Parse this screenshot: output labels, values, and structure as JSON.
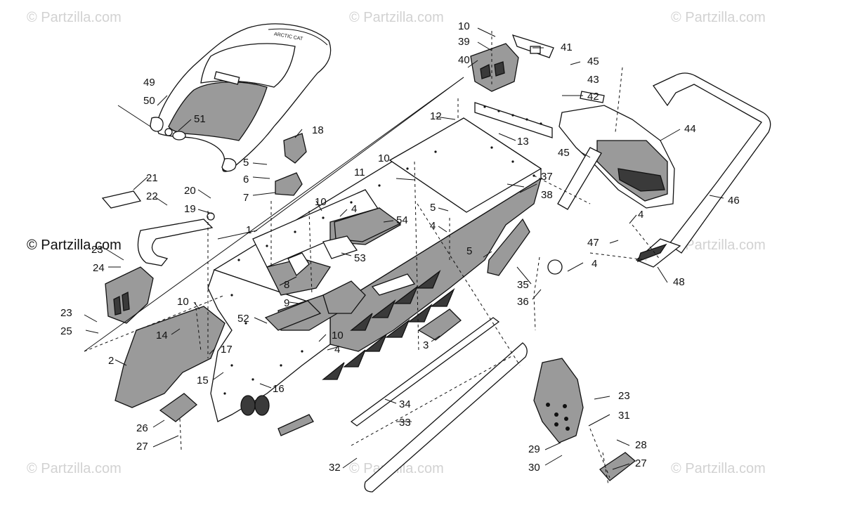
{
  "watermark": "© Partzilla.com",
  "callouts": [
    {
      "id": "c10a",
      "label": "10"
    },
    {
      "id": "c39",
      "label": "39"
    },
    {
      "id": "c40",
      "label": "40"
    },
    {
      "id": "c41",
      "label": "41"
    },
    {
      "id": "c45a",
      "label": "45"
    },
    {
      "id": "c43",
      "label": "43"
    },
    {
      "id": "c42",
      "label": "42"
    },
    {
      "id": "c44",
      "label": "44"
    },
    {
      "id": "c45b",
      "label": "45"
    },
    {
      "id": "c49",
      "label": "49"
    },
    {
      "id": "c50",
      "label": "50"
    },
    {
      "id": "c51",
      "label": "51"
    },
    {
      "id": "c18",
      "label": "18"
    },
    {
      "id": "c12",
      "label": "12"
    },
    {
      "id": "c13",
      "label": "13"
    },
    {
      "id": "c10b",
      "label": "10"
    },
    {
      "id": "c11",
      "label": "11"
    },
    {
      "id": "c37",
      "label": "37"
    },
    {
      "id": "c38",
      "label": "38"
    },
    {
      "id": "c5a",
      "label": "5"
    },
    {
      "id": "c6",
      "label": "6"
    },
    {
      "id": "c7",
      "label": "7"
    },
    {
      "id": "c21",
      "label": "21"
    },
    {
      "id": "c22",
      "label": "22"
    },
    {
      "id": "c20",
      "label": "20"
    },
    {
      "id": "c19",
      "label": "19"
    },
    {
      "id": "c10c",
      "label": "10"
    },
    {
      "id": "c4a",
      "label": "4"
    },
    {
      "id": "c54",
      "label": "54"
    },
    {
      "id": "c5b",
      "label": "5"
    },
    {
      "id": "c4b",
      "label": "4"
    },
    {
      "id": "c1",
      "label": "1"
    },
    {
      "id": "c53",
      "label": "53"
    },
    {
      "id": "c46",
      "label": "46"
    },
    {
      "id": "c4c",
      "label": "4"
    },
    {
      "id": "c47",
      "label": "47"
    },
    {
      "id": "c23a",
      "label": "23"
    },
    {
      "id": "c24",
      "label": "24"
    },
    {
      "id": "c5c",
      "label": "5"
    },
    {
      "id": "c4d",
      "label": "4"
    },
    {
      "id": "c8",
      "label": "8"
    },
    {
      "id": "c48",
      "label": "48"
    },
    {
      "id": "c35",
      "label": "35"
    },
    {
      "id": "c10d",
      "label": "10"
    },
    {
      "id": "c9",
      "label": "9"
    },
    {
      "id": "c36",
      "label": "36"
    },
    {
      "id": "c52",
      "label": "52"
    },
    {
      "id": "c23b",
      "label": "23"
    },
    {
      "id": "c25",
      "label": "25"
    },
    {
      "id": "c14",
      "label": "14"
    },
    {
      "id": "c10e",
      "label": "10"
    },
    {
      "id": "c17",
      "label": "17"
    },
    {
      "id": "c4e",
      "label": "4"
    },
    {
      "id": "c3",
      "label": "3"
    },
    {
      "id": "c2",
      "label": "2"
    },
    {
      "id": "c15",
      "label": "15"
    },
    {
      "id": "c16",
      "label": "16"
    },
    {
      "id": "c23c",
      "label": "23"
    },
    {
      "id": "c34",
      "label": "34"
    },
    {
      "id": "c31",
      "label": "31"
    },
    {
      "id": "c33",
      "label": "33"
    },
    {
      "id": "c26",
      "label": "26"
    },
    {
      "id": "c27a",
      "label": "27"
    },
    {
      "id": "c28",
      "label": "28"
    },
    {
      "id": "c29",
      "label": "29"
    },
    {
      "id": "c27b",
      "label": "27"
    },
    {
      "id": "c30",
      "label": "30"
    },
    {
      "id": "c32",
      "label": "32"
    }
  ]
}
